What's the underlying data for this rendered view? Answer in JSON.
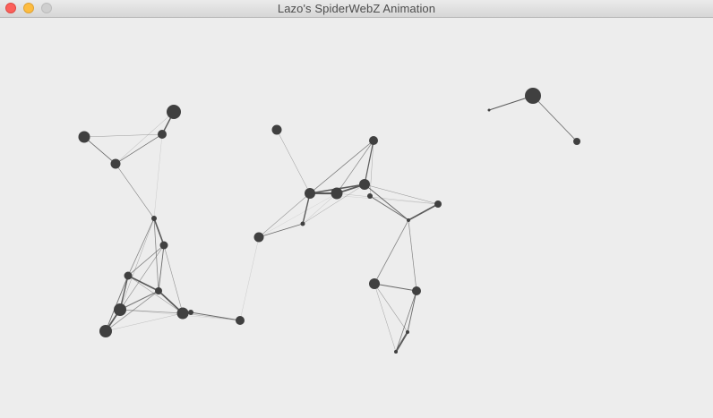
{
  "window": {
    "title": "Lazo's SpiderWebZ Animation",
    "buttons": {
      "close": "close-button",
      "minimize": "minimize-button",
      "zoom": "zoom-button"
    }
  },
  "colors": {
    "node": "#404040",
    "edge": "#5a5a5a",
    "canvas_bg": "#ededed",
    "titlebar": "#e2e2e2",
    "close": "#fc605b",
    "minimize": "#fdbc40",
    "zoom": "#cfcfcf"
  }
}
